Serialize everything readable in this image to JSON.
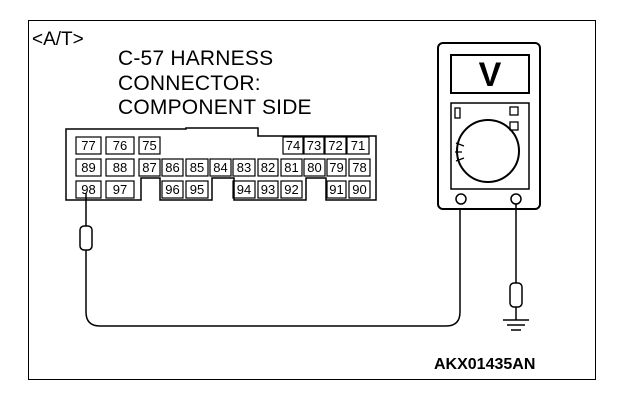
{
  "header": {
    "tag": "<A/T>"
  },
  "connector": {
    "title_lines": [
      "C-57  HARNESS",
      "CONNECTOR:",
      "COMPONENT SIDE"
    ],
    "rows": [
      [
        "77",
        "76",
        "75",
        "",
        "",
        "",
        "",
        "74",
        "73",
        "72",
        "71"
      ],
      [
        "89",
        "88",
        "87",
        "86",
        "85",
        "84",
        "83",
        "82",
        "81",
        "80",
        "79",
        "78"
      ],
      [
        "98",
        "97",
        "",
        "96",
        "95",
        "",
        "94",
        "93",
        "92",
        "",
        "91",
        "90"
      ]
    ]
  },
  "meter": {
    "icon": "voltmeter-icon",
    "mode_symbol": "V"
  },
  "ground": {
    "icon": "ground-symbol-icon"
  },
  "footer": {
    "code": "AKX01435AN"
  }
}
